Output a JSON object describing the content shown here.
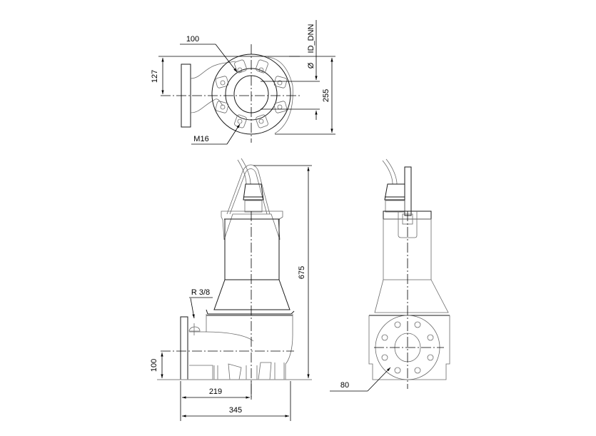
{
  "drawing": {
    "subject": "Submersible pump dimensional drawing",
    "views": [
      "top-view",
      "side-view",
      "front-view"
    ],
    "top_view": {
      "labels": {
        "flange_bolt_circle": "100",
        "bolt_thread": "M16",
        "discharge_diameter": "ID_DNN",
        "diameter_symbol": "Ø",
        "offset_to_center": "127",
        "overall_width": "255"
      }
    },
    "side_view": {
      "labels": {
        "overall_height": "675",
        "vent_plug": "R 3/8",
        "discharge_height": "100",
        "flange_to_center": "219",
        "overall_length": "345"
      }
    },
    "front_view": {
      "labels": {
        "inlet_size": "80"
      }
    }
  }
}
